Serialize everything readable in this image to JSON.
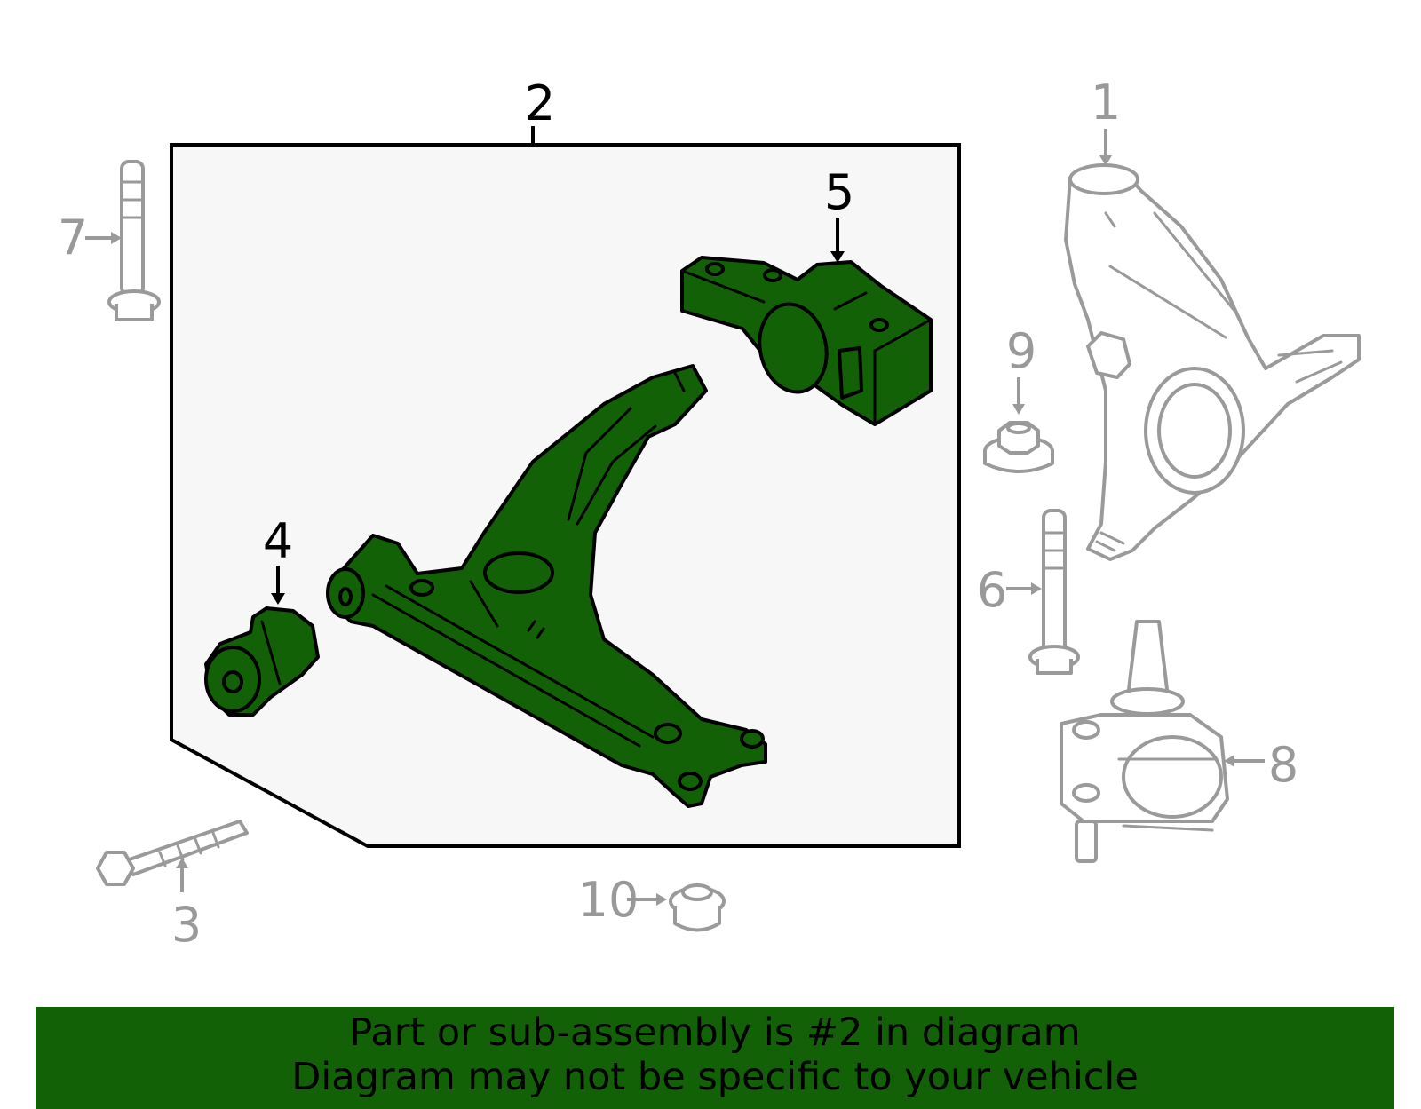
{
  "callouts": {
    "c1": "1",
    "c2": "2",
    "c3": "3",
    "c4": "4",
    "c5": "5",
    "c6": "6",
    "c7": "7",
    "c8": "8",
    "c9": "9",
    "c10": "10"
  },
  "colors": {
    "highlight": "#136107",
    "outline_gray": "#9a9a9a",
    "panel": "#f7f7f7"
  },
  "banner": {
    "line1": "Part or sub-assembly is #2 in diagram",
    "line2": "Diagram may not be specific to your vehicle"
  }
}
